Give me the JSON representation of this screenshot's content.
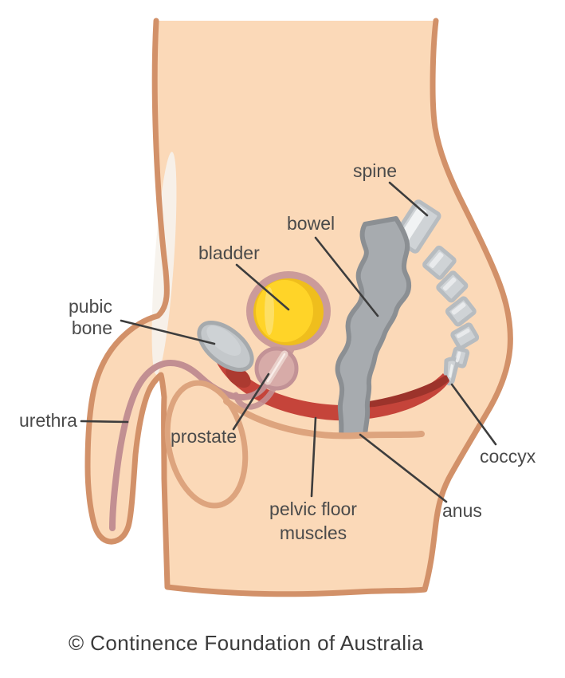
{
  "figure": {
    "type": "anatomical-diagram",
    "subject": "male pelvic floor side view",
    "labels": {
      "spine": "spine",
      "bowel": "bowel",
      "bladder": "bladder",
      "pubic_bone_line1": "pubic",
      "pubic_bone_line2": "bone",
      "urethra": "urethra",
      "prostate": "prostate",
      "pelvic_floor_line1": "pelvic floor",
      "pelvic_floor_line2": "muscles",
      "coccyx": "coccyx",
      "anus": "anus"
    },
    "colors": {
      "background": "#FFFFFF",
      "skin_fill": "#FBD9B8",
      "skin_outline": "#D29169",
      "inner_crease": "#DDA47E",
      "skin_highlight": "#F6F2EB",
      "bladder_yellow": "#FFD428",
      "bladder_gold": "#EFBE1D",
      "organ_mauve": "#CB9B9A",
      "urethra_mauve": "#C28F92",
      "pubic_bone_fill": "#C4C8CB",
      "pubic_bone_outline": "#A6AAAD",
      "bowel_fill": "#A7ABAF",
      "bowel_outline": "#8B8F93",
      "vertebra_fill": "#CFD3D6",
      "vertebra_outline": "#B7BCC0",
      "vertebra_highlight": "#F2F4F5",
      "muscle_red": "#C5443A",
      "muscle_dark_red": "#9C332B",
      "prostate_fill": "#D7ABA8",
      "label_text": "#4A4A4A",
      "pointer_line": "#3D3D3D",
      "credit_text": "#3B3B3B"
    }
  },
  "footer": {
    "credit": "© Continence Foundation of Australia"
  }
}
